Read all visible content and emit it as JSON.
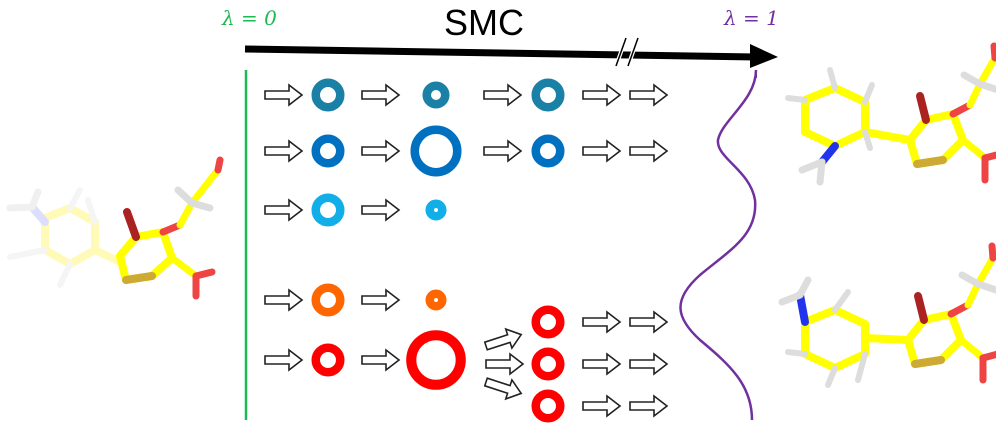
{
  "title": "SMC",
  "lambda_start": {
    "label": "λ = 0",
    "color": "#1db954"
  },
  "lambda_end": {
    "label": "λ = 1",
    "color": "#7030a0"
  },
  "axis": {
    "break_marker": "//",
    "arrow_color": "#000000"
  },
  "colors": {
    "teal": "#1a80a6",
    "blue": "#0070c0",
    "lightblue": "#12aee8",
    "orange": "#ff6600",
    "red": "#ff0000",
    "distribution": "#7030a0",
    "start_line": "#1db954"
  },
  "walkers": [
    {
      "color_key": "teal",
      "path": [
        {
          "size": "medium"
        },
        {
          "size": "small"
        },
        {
          "size": "medium"
        }
      ],
      "continues": true
    },
    {
      "color_key": "blue",
      "path": [
        {
          "size": "medium"
        },
        {
          "size": "large"
        },
        {
          "size": "medium"
        }
      ],
      "continues": true
    },
    {
      "color_key": "lightblue",
      "path": [
        {
          "size": "medium"
        },
        {
          "size": "tiny"
        }
      ],
      "continues": false
    },
    {
      "color_key": "orange",
      "path": [
        {
          "size": "medium"
        },
        {
          "size": "tiny"
        }
      ],
      "continues": false
    },
    {
      "color_key": "red",
      "path": [
        {
          "size": "medium"
        },
        {
          "size": "xlarge"
        }
      ],
      "resampled_into": 3,
      "continues": true
    }
  ],
  "molecules": {
    "start": {
      "name": "initial-ligand",
      "state": "partially-faded"
    },
    "end_top": {
      "name": "final-ligand-pose-1",
      "state": "full"
    },
    "end_bottom": {
      "name": "final-ligand-pose-2",
      "state": "full"
    }
  }
}
